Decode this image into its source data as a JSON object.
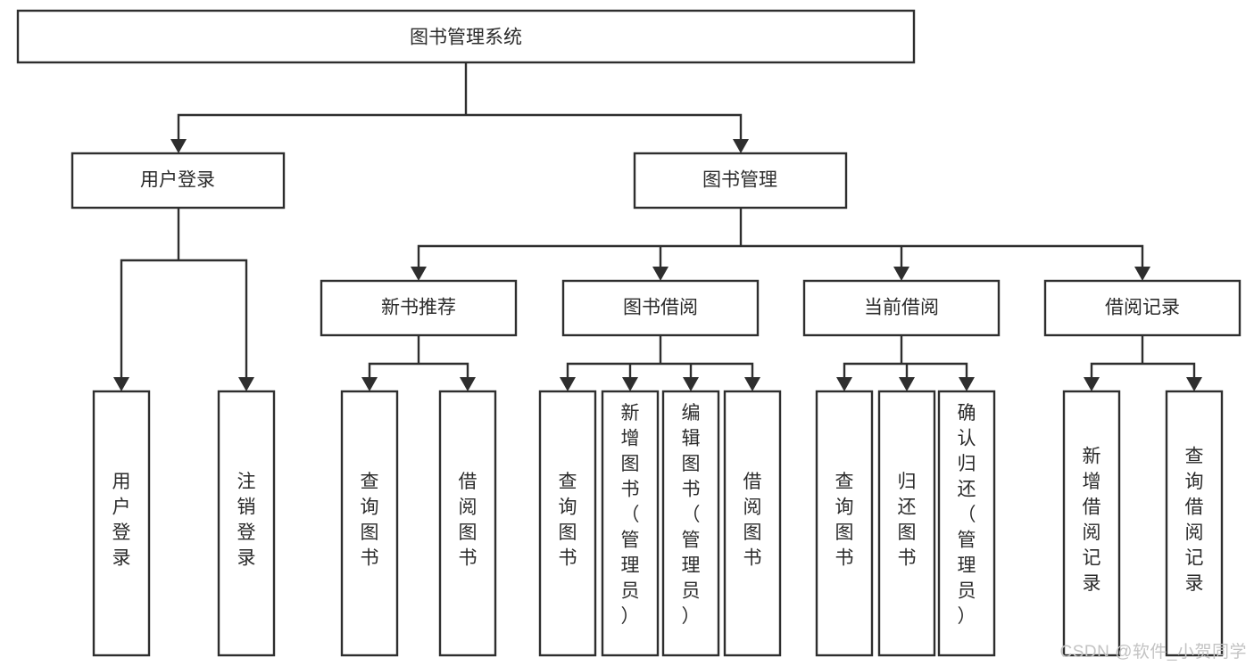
{
  "diagram": {
    "title_node": {
      "label": "图书管理系统"
    },
    "level2": [
      {
        "label": "用户登录"
      },
      {
        "label": "图书管理"
      }
    ],
    "level3": [
      {
        "label": "新书推荐"
      },
      {
        "label": "图书借阅"
      },
      {
        "label": "当前借阅"
      },
      {
        "label": "借阅记录"
      }
    ],
    "leaves": {
      "user_login": [
        {
          "label": "用户登录"
        },
        {
          "label": "注销登录"
        }
      ],
      "new_book_recommend": [
        {
          "label": "查询图书"
        },
        {
          "label": "借阅图书"
        }
      ],
      "book_borrow": [
        {
          "label": "查询图书"
        },
        {
          "label": "新增图书（管理员）"
        },
        {
          "label": "编辑图书（管理员）"
        },
        {
          "label": "借阅图书"
        }
      ],
      "current_borrow": [
        {
          "label": "查询图书"
        },
        {
          "label": "归还图书"
        },
        {
          "label": "确认归还（管理员）"
        }
      ],
      "borrow_record": [
        {
          "label": "新增借阅记录"
        },
        {
          "label": "查询借阅记录"
        }
      ]
    }
  },
  "watermark": {
    "text": "CSDN @软件_小贺同学"
  },
  "colors": {
    "line": "#2e2e2e",
    "box_fill": "#ffffff",
    "text": "#2b2b2b",
    "watermark": "#c3c3c3",
    "background": "#ffffff"
  }
}
